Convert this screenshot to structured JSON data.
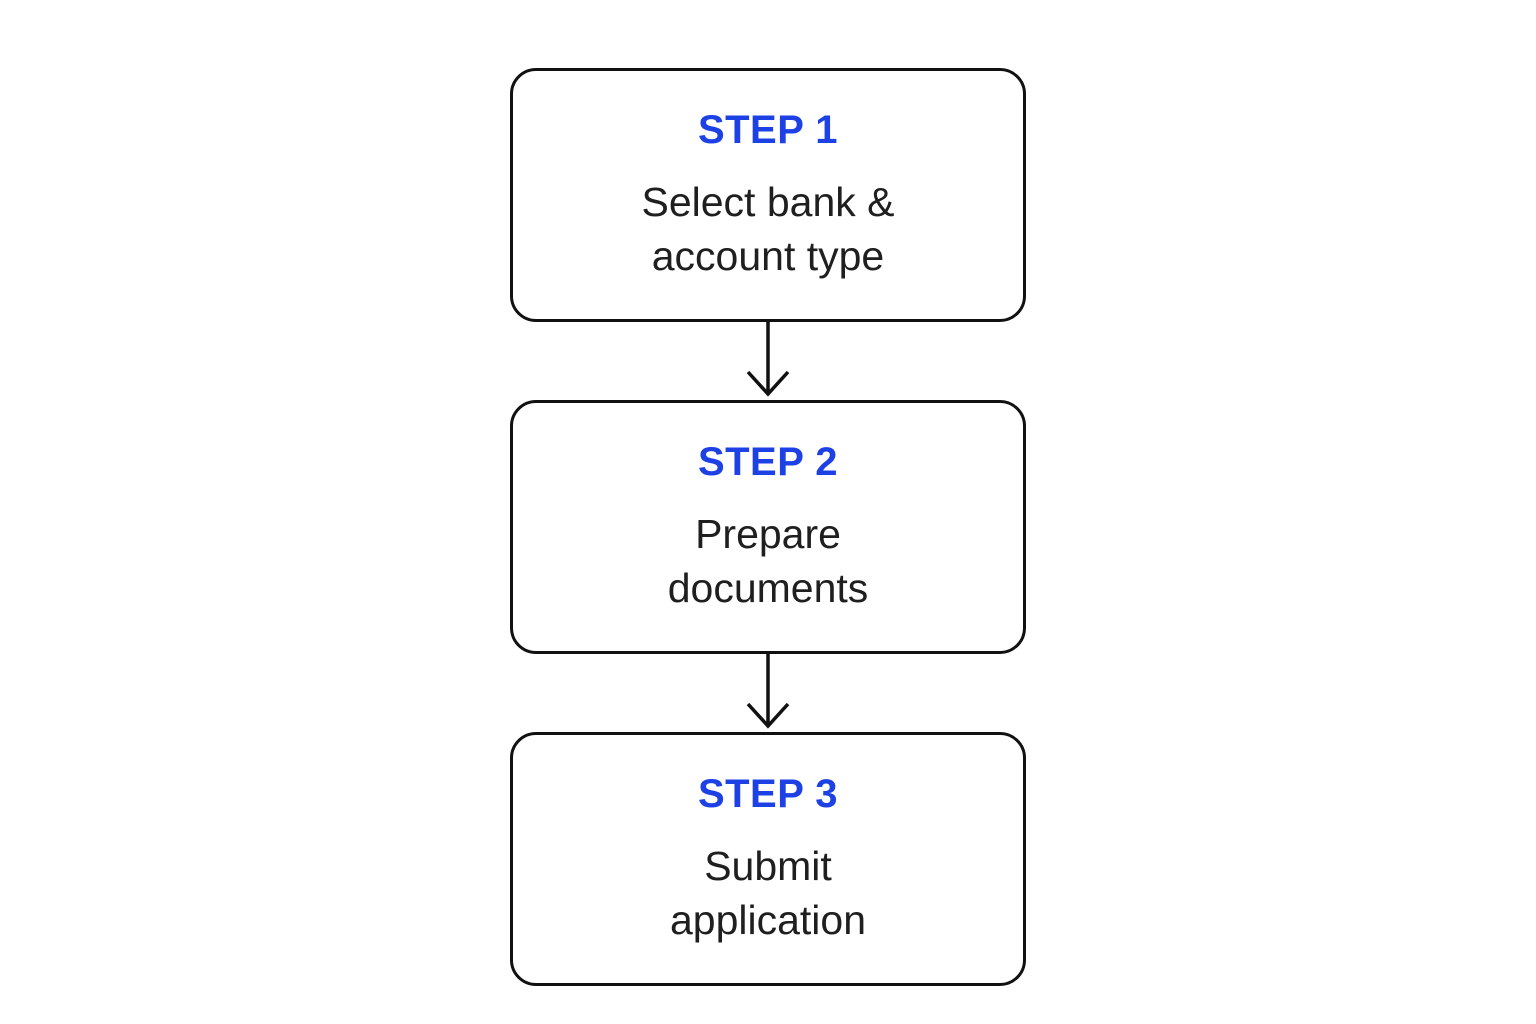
{
  "diagram": {
    "type": "vertical-flowchart",
    "title": "",
    "steps": [
      {
        "label": "STEP 1",
        "description": "Select bank &\naccount type"
      },
      {
        "label": "STEP 2",
        "description": "Prepare\ndocuments"
      },
      {
        "label": "STEP 3",
        "description": "Submit\napplication"
      }
    ],
    "connectors": [
      {
        "from": "STEP 1",
        "to": "STEP 2",
        "shape": "down-arrow"
      },
      {
        "from": "STEP 2",
        "to": "STEP 3",
        "shape": "down-arrow"
      }
    ]
  },
  "colors": {
    "accent": "#1d41e5",
    "ink": "#111111",
    "body-text": "#1f1f1f",
    "bg": "#ffffff"
  }
}
